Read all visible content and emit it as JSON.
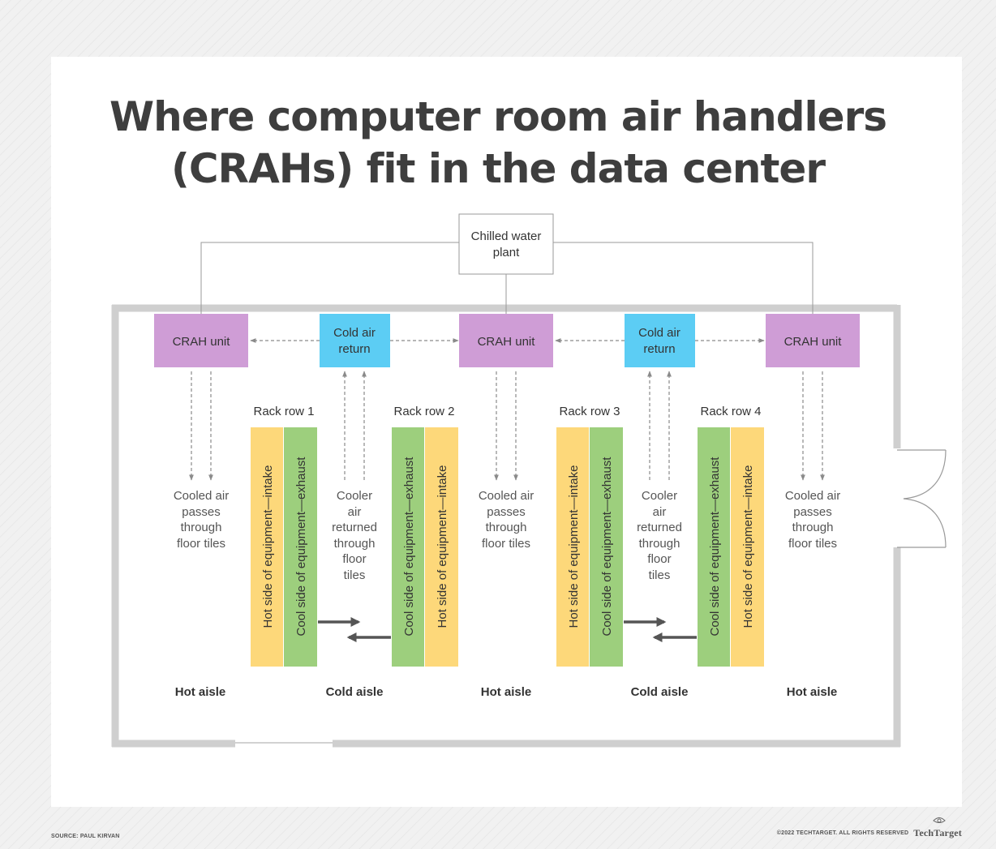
{
  "title": {
    "line1": "Where computer room air handlers",
    "line2": "(CRAHs) fit in the data center"
  },
  "chilled_water_plant": {
    "line1": "Chilled water",
    "line2": "plant"
  },
  "crah_units": [
    "CRAH unit",
    "CRAH unit",
    "CRAH unit"
  ],
  "cold_air_returns": [
    {
      "line1": "Cold air",
      "line2": "return"
    },
    {
      "line1": "Cold air",
      "line2": "return"
    }
  ],
  "rack_rows": [
    "Rack row 1",
    "Rack row 2",
    "Rack row 3",
    "Rack row 4"
  ],
  "rack_labels": {
    "hot_intake": "Hot side of equipment—intake",
    "cool_exhaust": "Cool side of equipment—exhaust"
  },
  "cooled_air_note": [
    "Cooled air",
    "passes",
    "through",
    "floor tiles"
  ],
  "cooler_air_note": [
    "Cooler",
    "air",
    "returned",
    "through",
    "floor",
    "tiles"
  ],
  "aisles": [
    "Hot aisle",
    "Cold aisle",
    "Hot aisle",
    "Cold aisle",
    "Hot aisle"
  ],
  "colors": {
    "crah": "#cf9dd6",
    "cold_air_return": "#5ccdf4",
    "hot_side": "#fdd87a",
    "cool_side": "#9dcf7d",
    "walls": "#cfcfcf"
  },
  "footer": {
    "source": "SOURCE: PAUL KIRVAN",
    "copyright": "©2022 TECHTARGET. ALL RIGHTS RESERVED",
    "brand": "TechTarget"
  }
}
